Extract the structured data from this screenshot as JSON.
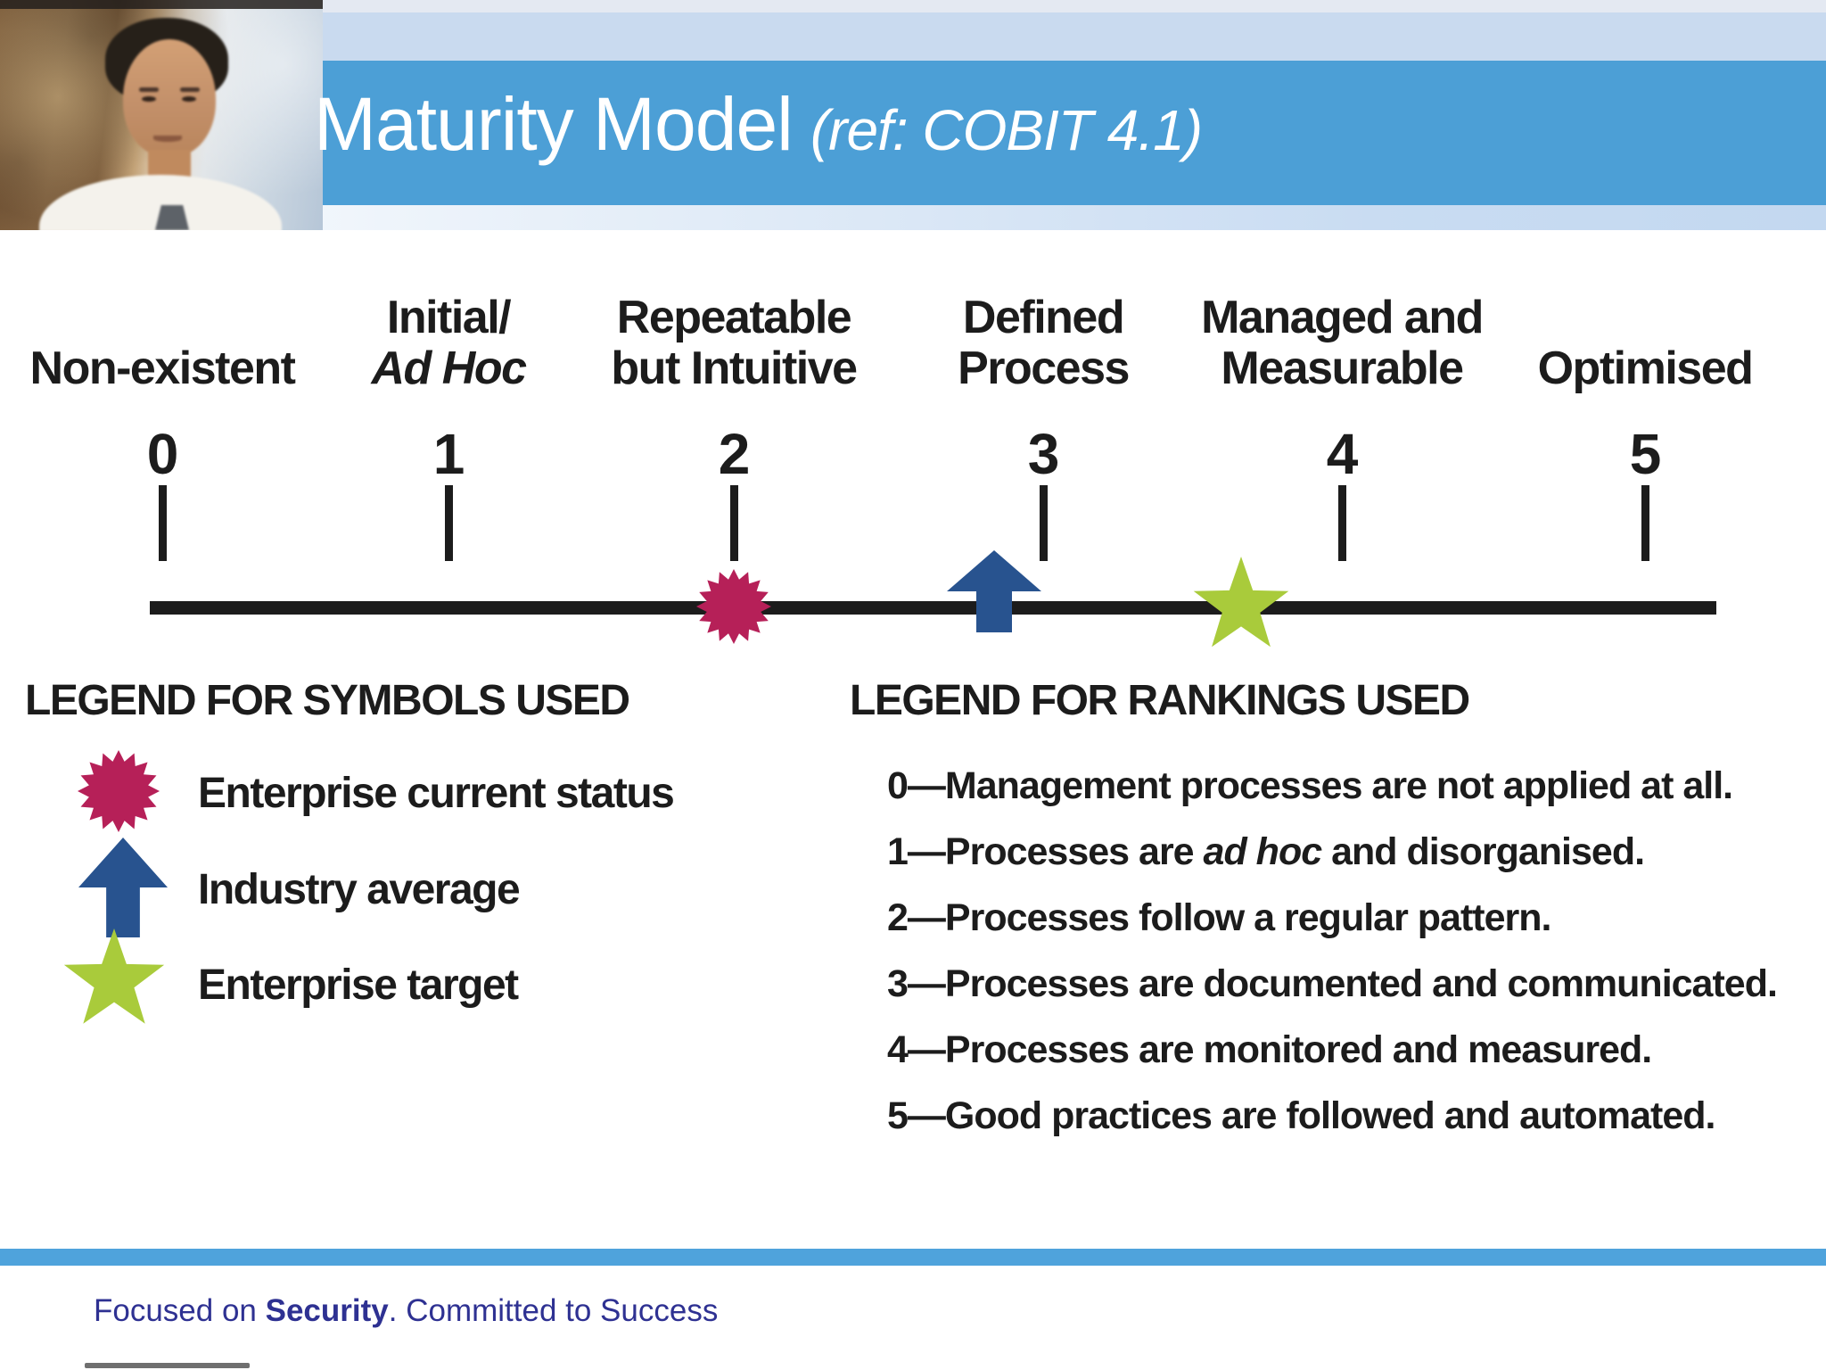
{
  "header": {
    "title": "Maturity Model",
    "title_ref": "(ref: COBIT 4.1)"
  },
  "scale": {
    "levels": [
      {
        "value": "0",
        "label_line1": "",
        "label_line2": "Non-existent"
      },
      {
        "value": "1",
        "label_line1": "Initial/",
        "label_line2": "Ad Hoc"
      },
      {
        "value": "2",
        "label_line1": "Repeatable",
        "label_line2": "but Intuitive"
      },
      {
        "value": "3",
        "label_line1": "Defined",
        "label_line2": "Process"
      },
      {
        "value": "4",
        "label_line1": "Managed and",
        "label_line2": "Measurable"
      },
      {
        "value": "5",
        "label_line1": "",
        "label_line2": "Optimised"
      }
    ],
    "markers": [
      {
        "name": "enterprise-current-status",
        "symbol": "starburst",
        "position_on_scale": 2.0
      },
      {
        "name": "industry-average",
        "symbol": "arrow-up",
        "position_on_scale": 2.85
      },
      {
        "name": "enterprise-target",
        "symbol": "star",
        "position_on_scale": 3.65
      }
    ]
  },
  "symbols_legend": {
    "heading": "LEGEND FOR SYMBOLS USED",
    "items": [
      {
        "symbol": "starburst",
        "label": "Enterprise current status"
      },
      {
        "symbol": "arrow-up",
        "label": "Industry average"
      },
      {
        "symbol": "star",
        "label": "Enterprise target"
      }
    ]
  },
  "rankings_legend": {
    "heading": "LEGEND FOR RANKINGS USED",
    "separator": "—",
    "items": [
      {
        "rank": "0",
        "text": "Management processes are not applied at all."
      },
      {
        "rank": "1",
        "text_prefix": "Processes are ",
        "text_italic": "ad hoc",
        "text_suffix": " and disorganised."
      },
      {
        "rank": "2",
        "text": "Processes follow a regular pattern."
      },
      {
        "rank": "3",
        "text": "Processes are documented and communicated."
      },
      {
        "rank": "4",
        "text": "Processes are monitored and measured."
      },
      {
        "rank": "5",
        "text": "Good practices are followed and automated."
      }
    ]
  },
  "footer": {
    "tagline_prefix": "Focused on ",
    "tagline_bold": "Security",
    "tagline_suffix": ". Committed to Success"
  },
  "colors": {
    "banner_blue": "#4c9fd6",
    "header_light_blue": "#c9daef",
    "footer_bar_blue": "#4fa3dc",
    "current_status_pink": "#b62058",
    "industry_average_blue": "#28538f",
    "enterprise_target_green": "#a9cb3b",
    "footer_text_navy": "#2e3192",
    "ink_black": "#1c1c1c"
  }
}
